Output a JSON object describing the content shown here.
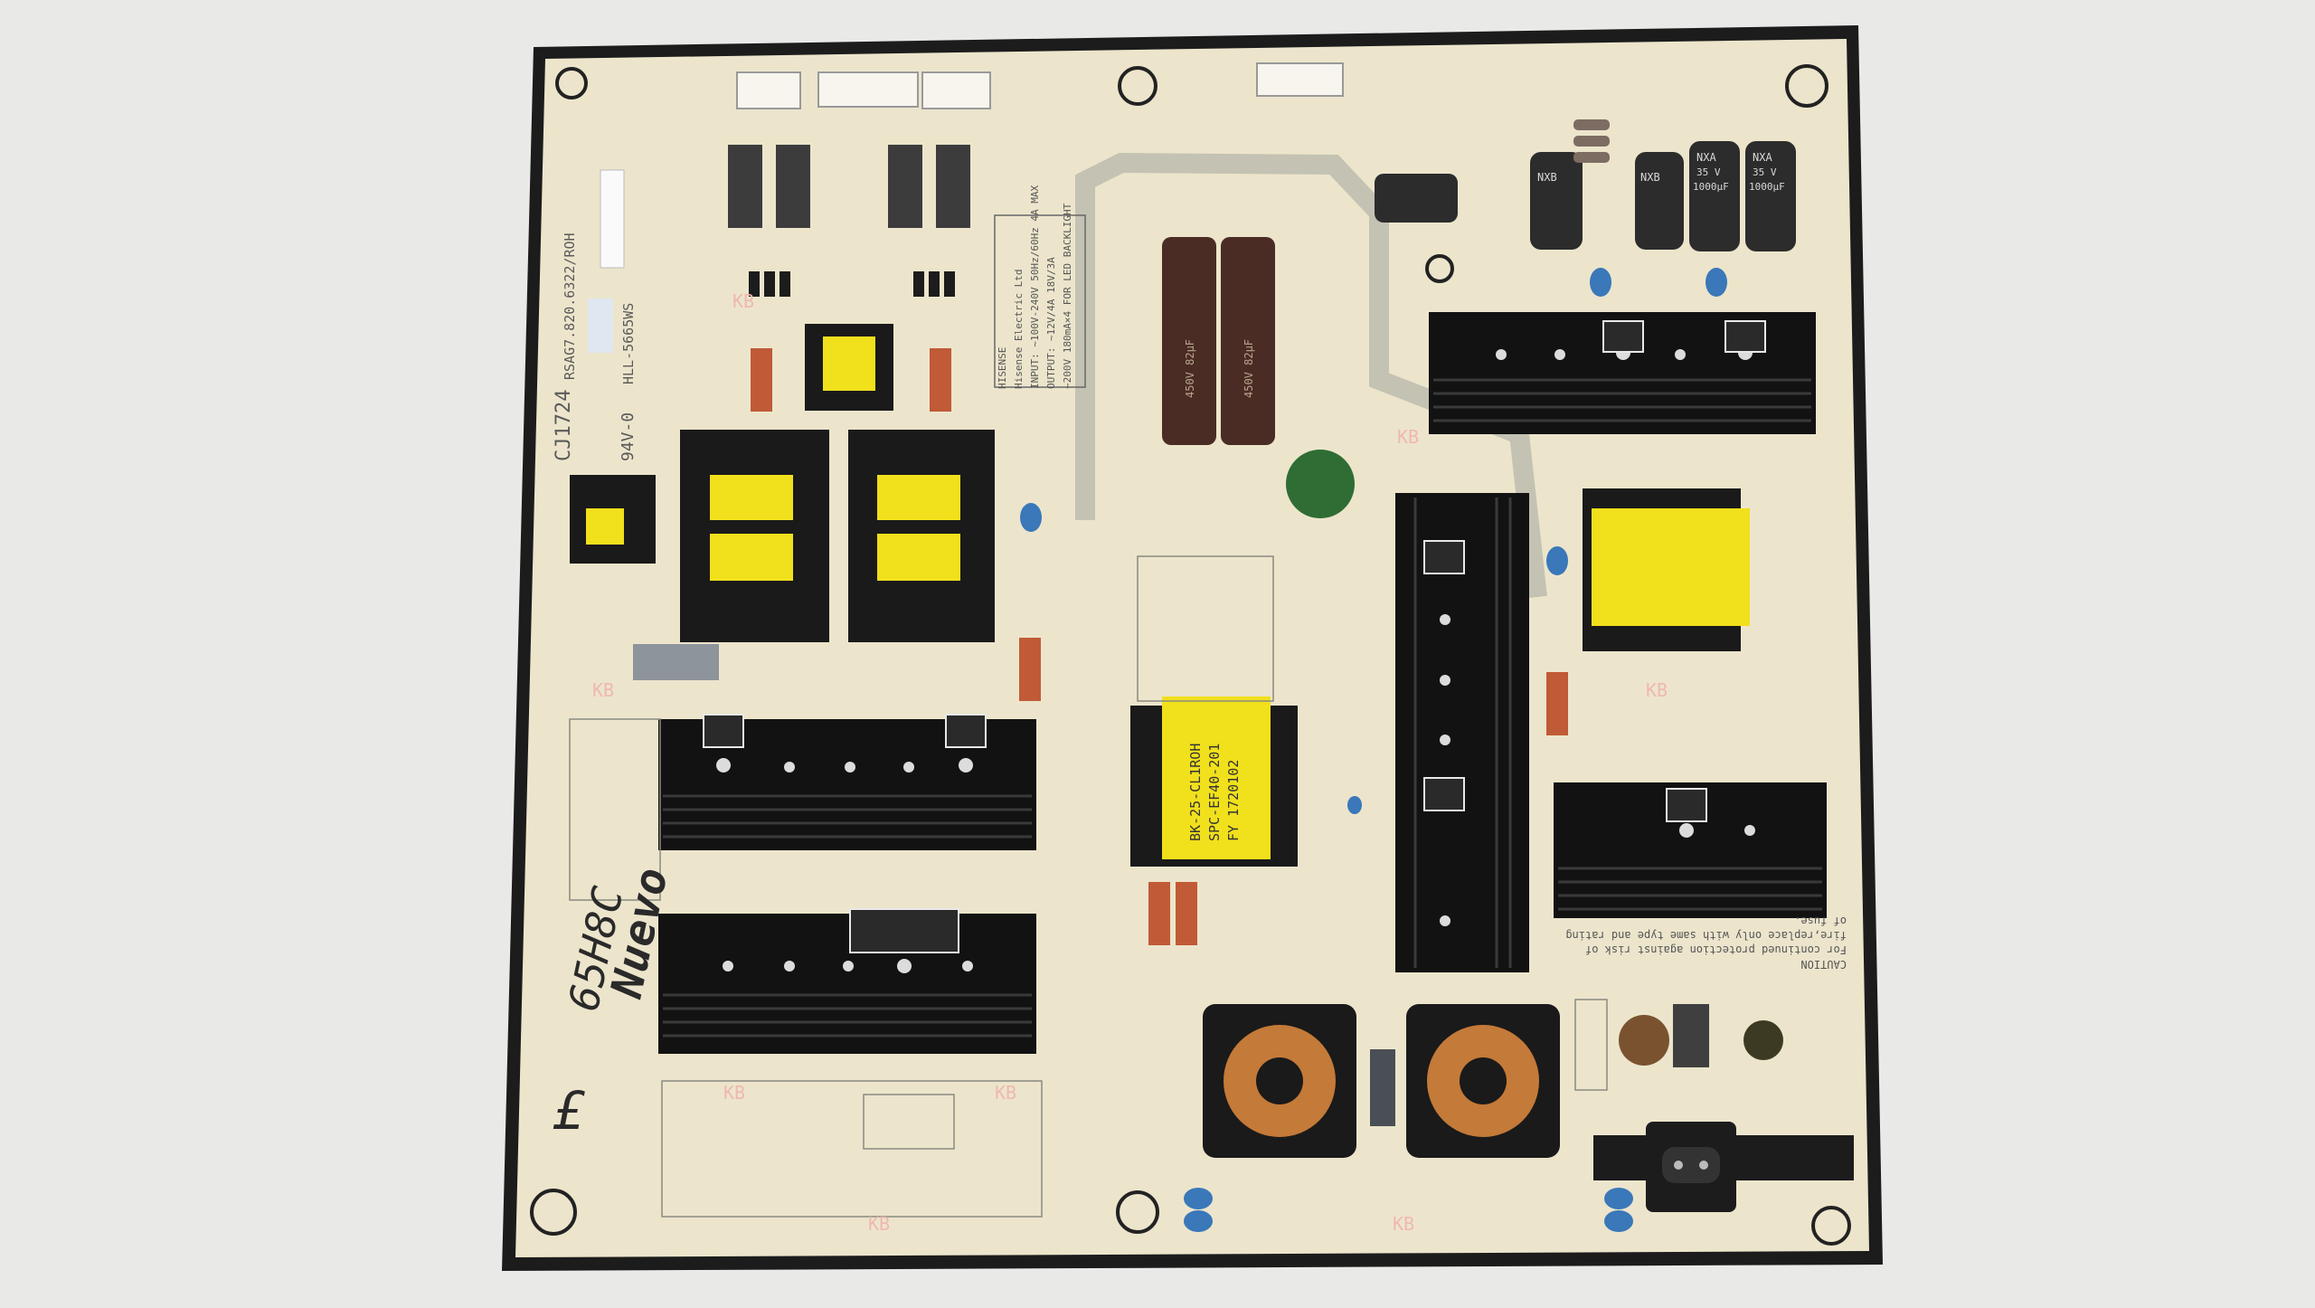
{
  "board": {
    "part_number": "RSAG7.820.6322/ROH",
    "model": "HLL-5665WS",
    "code": "CJ1724",
    "rating": "94V-0",
    "maker": "HISENSE",
    "spec_lines": [
      "Hisense Electric Ltd",
      "INPUT: ~100V-240V 50Hz/60Hz 4A MAX",
      "OUTPUT: ~12V/4A 18V/3A",
      "~200V 180mA×4 FOR LED BACKLIGHT"
    ]
  },
  "handwriting": {
    "model_note": "65H8C",
    "status_note": "Nuevo",
    "initial": "£"
  },
  "transformers": [
    {
      "line1": "BK-25-CL1ROH",
      "line2": "SPC-EF40-201",
      "line3": "FY 1720102"
    }
  ],
  "capacitors": {
    "small_brand": "NXB",
    "large_brand": "NXA",
    "voltage": "35 V",
    "capacity": "1000μF",
    "bulk_label": "450V 82μF"
  },
  "caution": {
    "title": "CAUTION",
    "line1": "For continued protection against risk of",
    "line2": "fire,replace only with same type and rating",
    "line3": "of fuse."
  },
  "watermark": "KB",
  "colors": {
    "board": "#ece5cc",
    "outline": "#1c1c1c",
    "heatsink": "#121212",
    "yellow_tape": "#f1e01c",
    "capacitor_dark": "#4a2c24",
    "copper": "#c47a38"
  }
}
